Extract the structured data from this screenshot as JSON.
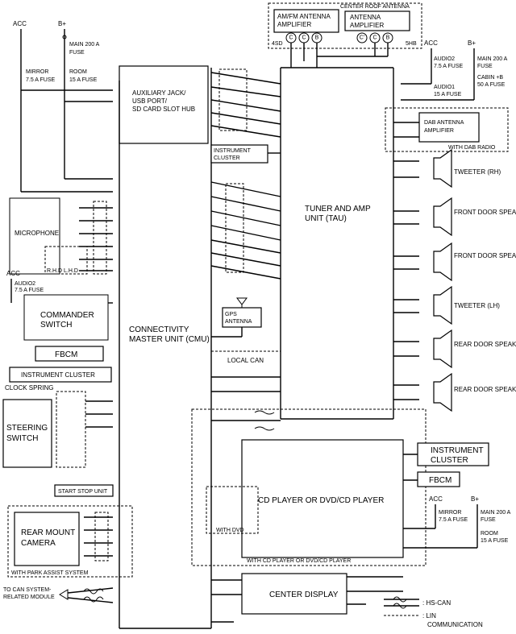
{
  "power": {
    "acc": "ACC",
    "bplus": "B+",
    "main_fuse": "MAIN 200 A FUSE",
    "room_fuse": "ROOM 15 A FUSE",
    "mirror_fuse": "MIRROR 7.5 A FUSE",
    "audio2_fuse": "AUDIO2 7.5 A FUSE",
    "audio1_fuse": "AUDIO1 15 A FUSE",
    "cabin_fuse": "CABIN +B 50 A FUSE"
  },
  "roof": {
    "header": "CENTER ROOF ANTENNA",
    "amfm": "AM/FM ANTENNA AMPLIFIER",
    "antenna_amp": "ANTENNA AMPLIFIER",
    "sd_label": "4SD",
    "hb_label": "5HB"
  },
  "cmu": {
    "title": "CONNECTIVITY MASTER UNIT (CMU)",
    "aux": "AUXILIARY JACK/ USB PORT/ SD CARD SLOT HUB",
    "gps": "GPS ANTENNA",
    "local_can": "LOCAL CAN",
    "instrument_cluster_top": "INSTRUMENT CLUSTER"
  },
  "tuner": {
    "title": "TUNER AND AMP UNIT (TAU)"
  },
  "speakers": [
    {
      "label": "TWEETER (RH)"
    },
    {
      "label": "FRONT DOOR SPEAKER (RH)"
    },
    {
      "label": "FRONT DOOR SPEAKER (LH)"
    },
    {
      "label": "TWEETER (LH)"
    },
    {
      "label": "REAR DOOR SPEAKER (RH)"
    },
    {
      "label": "REAR DOOR SPEAKER (LH)"
    }
  ],
  "dab": {
    "amp": "DAB ANTENNA AMPLIFIER",
    "with": "WITH DAB RADIO"
  },
  "left": {
    "microphone": "MICROPHONE",
    "mic_sides": "R.H.D  L.H.D",
    "commander": "COMMANDER SWITCH",
    "fbcm": "FBCM",
    "instrument_cluster": "INSTRUMENT CLUSTER",
    "clock_spring": "CLOCK SPRING",
    "steering_switch": "STEERING SWITCH",
    "start_stop": "START STOP UNIT",
    "rear_camera": "REAR MOUNT CAMERA",
    "park_assist": "WITH PARK ASSIST SYSTEM",
    "to_can": "TO CAN SYSTEM- RELATED MODULE"
  },
  "cd": {
    "title": "CD PLAYER OR DVD/CD PLAYER",
    "with_dvd": "WITH DVD",
    "with_cd": "WITH CD PLAYER OR DVD/CD PLAYER",
    "instrument_cluster": "INSTRUMENT CLUSTER",
    "fbcm": "FBCM"
  },
  "center_display": "CENTER DISPLAY",
  "legend": {
    "hs_can": ": HS-CAN",
    "lin": ": LIN COMMUNICATION"
  }
}
